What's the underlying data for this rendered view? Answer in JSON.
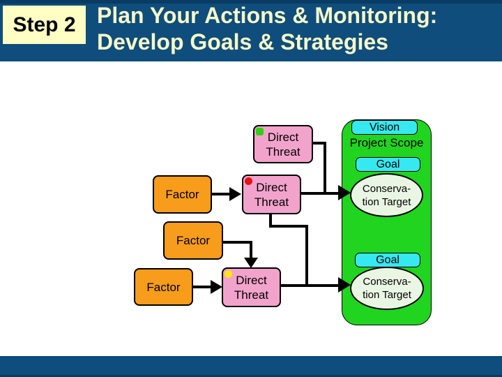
{
  "slide": {
    "step_badge": "Step 2",
    "title_line1": "Plan Your Actions & Monitoring:",
    "title_line2": "Develop Goals & Strategies"
  },
  "colors": {
    "header_bg": "#0E4D7C",
    "header_edge": "#0A3B63",
    "title_text": "#F8F8C8",
    "step_badge_bg": "#FFFFC4",
    "step_badge_text": "#000000",
    "factor_fill": "#F89C1C",
    "threat_fill": "#F2A3CB",
    "panel_fill": "#21D41F",
    "goal_fill": "#36E8F0",
    "target_fill": "#EAF6E4",
    "line_color": "#000000"
  },
  "diagram": {
    "factors": [
      {
        "label": "Factor"
      },
      {
        "label": "Factor"
      },
      {
        "label": "Factor"
      }
    ],
    "threats": [
      {
        "label": "Direct Threat",
        "dot_name": "green-status-dot",
        "dot_color": "#2ED10E"
      },
      {
        "label": "Direct Threat",
        "dot_name": "red-status-dot",
        "dot_color": "#E81010"
      },
      {
        "label": "Direct Threat",
        "dot_name": "yellow-status-dot",
        "dot_color": "#FFE810"
      }
    ],
    "results": {
      "vision": "Vision",
      "project_scope": "Project Scope",
      "goal_top": "Goal",
      "target_top": "Conserva-tion Target",
      "goal_bottom": "Goal",
      "target_bottom": "Conserva-tion Target"
    }
  }
}
